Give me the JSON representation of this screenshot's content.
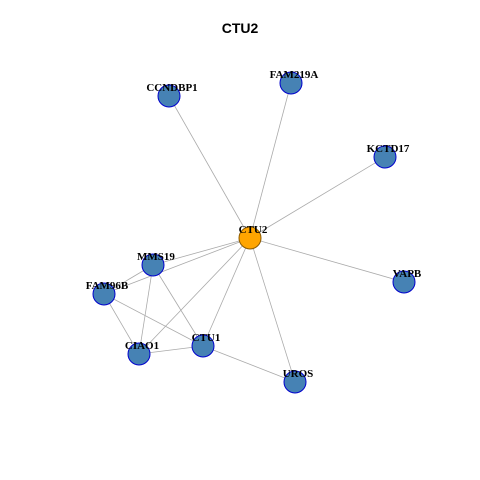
{
  "title": "CTU2",
  "colors": {
    "center_fill": "#FFA500",
    "center_stroke": "#8B5A00",
    "node_fill": "#4682B4",
    "node_stroke": "#0000CD",
    "edge": "#AAAAAA"
  },
  "nodes": [
    {
      "id": "CTU2",
      "label": "CTU2",
      "center": true
    },
    {
      "id": "CCNDBP1",
      "label": "CCNDBP1"
    },
    {
      "id": "FAM219A",
      "label": "FAM219A"
    },
    {
      "id": "KCTD17",
      "label": "KCTD17"
    },
    {
      "id": "VAPB",
      "label": "VAPB"
    },
    {
      "id": "MMS19",
      "label": "MMS19"
    },
    {
      "id": "FAM96B",
      "label": "FAM96B"
    },
    {
      "id": "CIAO1",
      "label": "CIAO1"
    },
    {
      "id": "CTU1",
      "label": "CTU1"
    },
    {
      "id": "UROS",
      "label": "UROS"
    }
  ],
  "edges": [
    [
      "CTU2",
      "CCNDBP1"
    ],
    [
      "CTU2",
      "FAM219A"
    ],
    [
      "CTU2",
      "KCTD17"
    ],
    [
      "CTU2",
      "VAPB"
    ],
    [
      "CTU2",
      "MMS19"
    ],
    [
      "CTU2",
      "FAM96B"
    ],
    [
      "CTU2",
      "CIAO1"
    ],
    [
      "CTU2",
      "CTU1"
    ],
    [
      "CTU2",
      "UROS"
    ],
    [
      "MMS19",
      "FAM96B"
    ],
    [
      "MMS19",
      "CIAO1"
    ],
    [
      "MMS19",
      "CTU1"
    ],
    [
      "FAM96B",
      "CIAO1"
    ],
    [
      "FAM96B",
      "CTU1"
    ],
    [
      "CIAO1",
      "CTU1"
    ],
    [
      "CTU1",
      "UROS"
    ]
  ]
}
